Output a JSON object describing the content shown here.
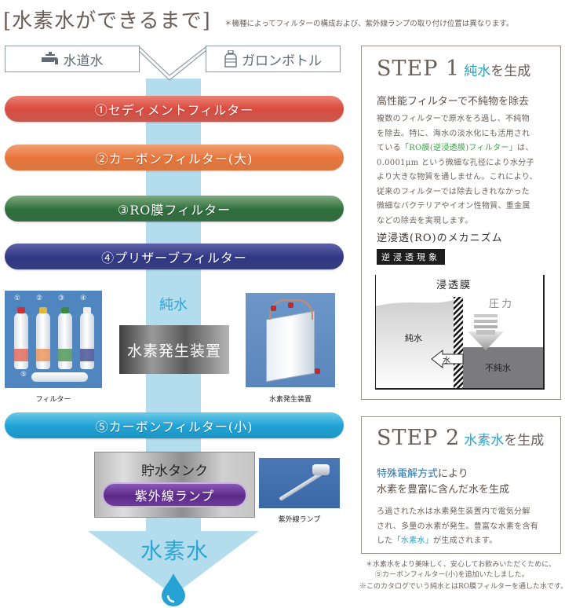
{
  "header": {
    "title": "[水素水ができるまで]",
    "note": "＊機種によってフィルターの構成および、紫外線ランプの取り付け位置は異なります。"
  },
  "sources": {
    "tap": {
      "label": "水道水",
      "icon": "faucet-icon"
    },
    "bottle": {
      "label": "ガロンボトル",
      "icon": "water-bottle-icon"
    }
  },
  "flow": {
    "filters": [
      {
        "label": "①セディメントフィルター",
        "color": "#db4a3f"
      },
      {
        "label": "②カーボンフィルター(大)",
        "color": "#e8763c"
      },
      {
        "label": "③RO膜フィルター",
        "color": "#2e6e3d"
      },
      {
        "label": "④プリザーブフィルター",
        "color": "#2f3684"
      },
      {
        "label": "⑤カーボンフィルター(小)",
        "color": "#22a4d6"
      }
    ],
    "pure_water_label": "純水",
    "generator_label": "水素発生装置",
    "tank_label": "貯水タンク",
    "uv_lamp_label": "紫外線ランプ",
    "hydrogen_water_label": "水素水",
    "column_color": "#b3dcec"
  },
  "photos": {
    "filters": {
      "caption": "フィルター",
      "numbers": [
        "①",
        "②",
        "③",
        "④",
        "⑤"
      ]
    },
    "generator": {
      "caption": "水素発生装置"
    },
    "uv_lamp": {
      "caption": "紫外線ランプ"
    }
  },
  "step1": {
    "step": "STEP 1",
    "accent": "純水",
    "rest": "を生成",
    "subheading": "高性能フィルターで不純物を除去",
    "body_lines": [
      "複数のフィルターで原水をろ過し、不純物",
      "を除去。特に、海水の淡水化にも活用され",
      "ている",
      "「RO膜(逆浸透膜)フィルター」",
      "は、",
      "0.0001μm という微細な孔径により水分子",
      "より大きな物質を通しません。これにより、",
      "従来のフィルターでは除去しきれなかった",
      "微細なバクテリアやイオン性物質、重金属",
      "などの除去を実現します。"
    ],
    "mechanism_title": "逆浸透(RO)のメカニズム",
    "mechanism_badge": "逆浸透現象",
    "diagram": {
      "membrane_label": "浸透膜",
      "pressure_label": "圧力",
      "pure_label": "純水",
      "impure_label": "不純水",
      "water_arrow_label": "水"
    }
  },
  "step2": {
    "step": "STEP 2",
    "accent": "水素水",
    "rest": "を生成",
    "sub_accent": "特殊電解方式",
    "sub_line1_rest": "により",
    "sub_line2": "水素を豊富に含んだ水を生成",
    "body_lines": [
      "ろ過された水は水素発生装置内で電気分解",
      "され、多量の水素が発生。豊富な水素を含有",
      "した",
      "「水素水」",
      "が生成されます。"
    ]
  },
  "footnotes": [
    "＊水素水をより美味しく、安心してお飲みいただくために、",
    "⑤カーボンフィルター(小)を追加いたしました。",
    "※このカタログでいう純水とはRO膜フィルターを通した水です。"
  ]
}
